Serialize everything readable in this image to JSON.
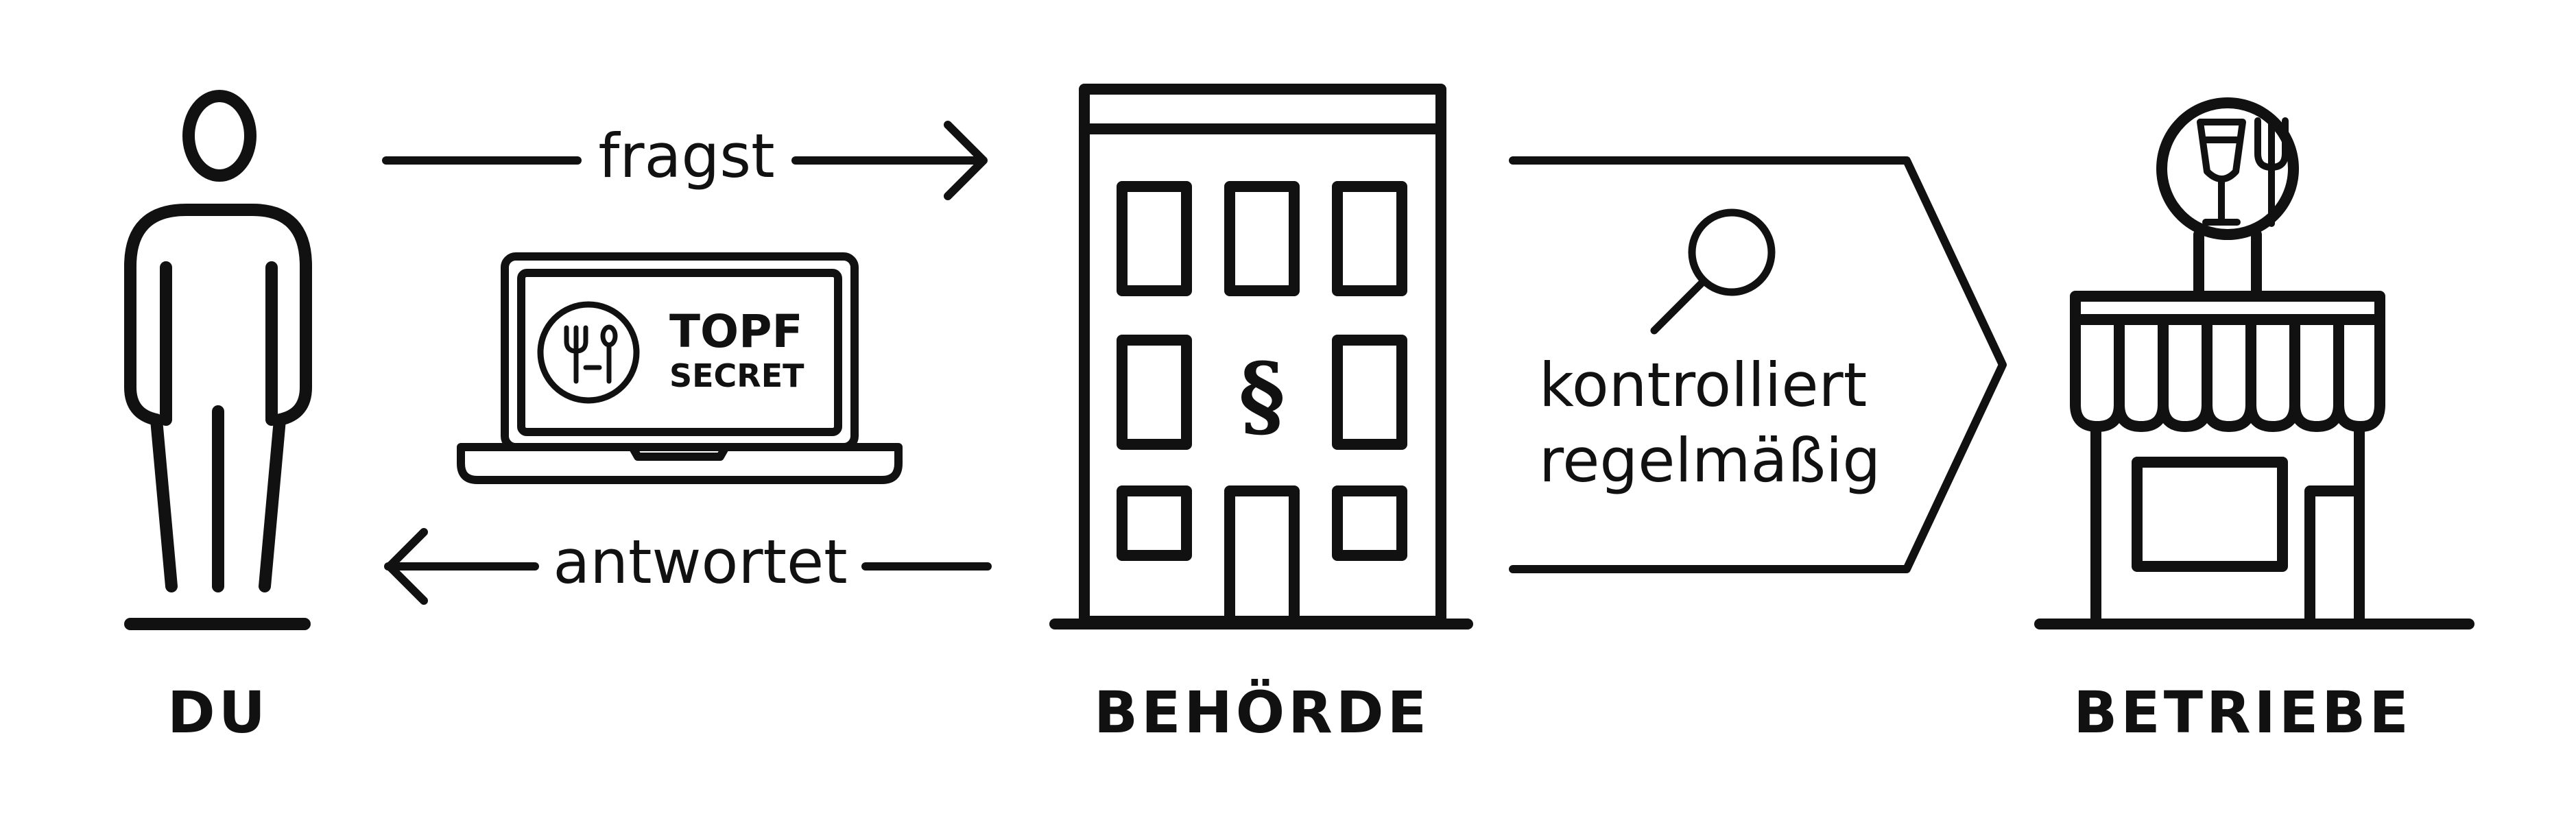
{
  "actors": {
    "you": "DU",
    "authority": "BEHÖRDE",
    "businesses": "BETRIEBE"
  },
  "flows": {
    "ask": "fragst",
    "answer": "antwortet",
    "inspect_line1": "kontrolliert",
    "inspect_line2": "regelmäßig"
  },
  "logo": {
    "line1": "TOPF",
    "line2": "SECRET"
  },
  "building_symbol": "§",
  "icons": [
    "person-icon",
    "laptop-icon",
    "authority-building-icon",
    "magnifier-icon",
    "restaurant-storefront-icon",
    "wineglass-fork-icon"
  ],
  "colors": {
    "ink": "#111111",
    "background": "#ffffff"
  }
}
